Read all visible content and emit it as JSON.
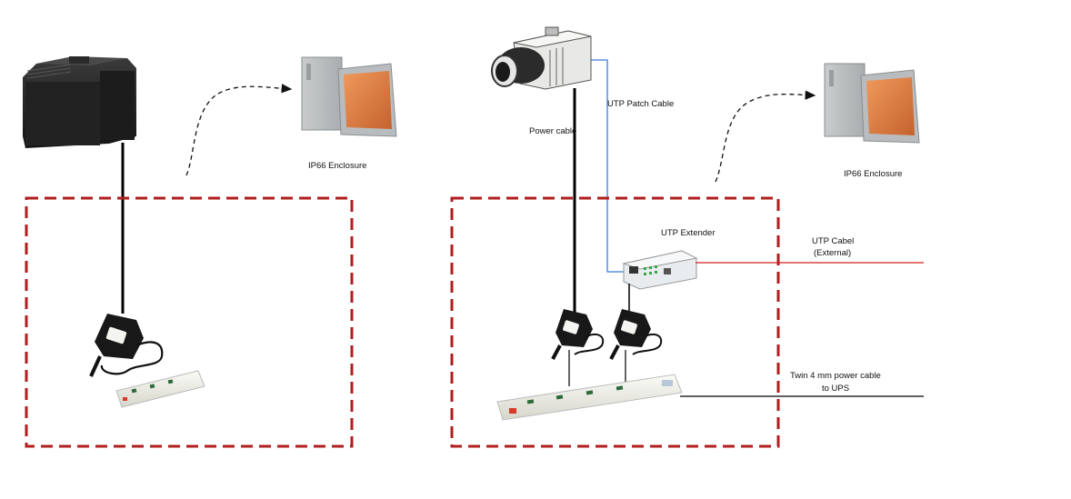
{
  "labels": {
    "enclosure_left": "IP66 Enclosure",
    "enclosure_right": "IP66 Enclosure",
    "power_cable": "Power cable",
    "utp_patch": "UTP Patch Cable",
    "utp_extender": "UTP Extender",
    "utp_cable_line1": "UTP Cabel",
    "utp_cable_line2": "(External)",
    "twin_line1": "Twin 4 mm power cable",
    "twin_line2": "to UPS"
  },
  "colors": {
    "dashed_box": "#b01e1e",
    "utp_patch_cable": "#3a7bd5",
    "utp_external_cable": "#d42020",
    "power_cable": "#000000",
    "enclosure_interior": "#e0804a"
  }
}
